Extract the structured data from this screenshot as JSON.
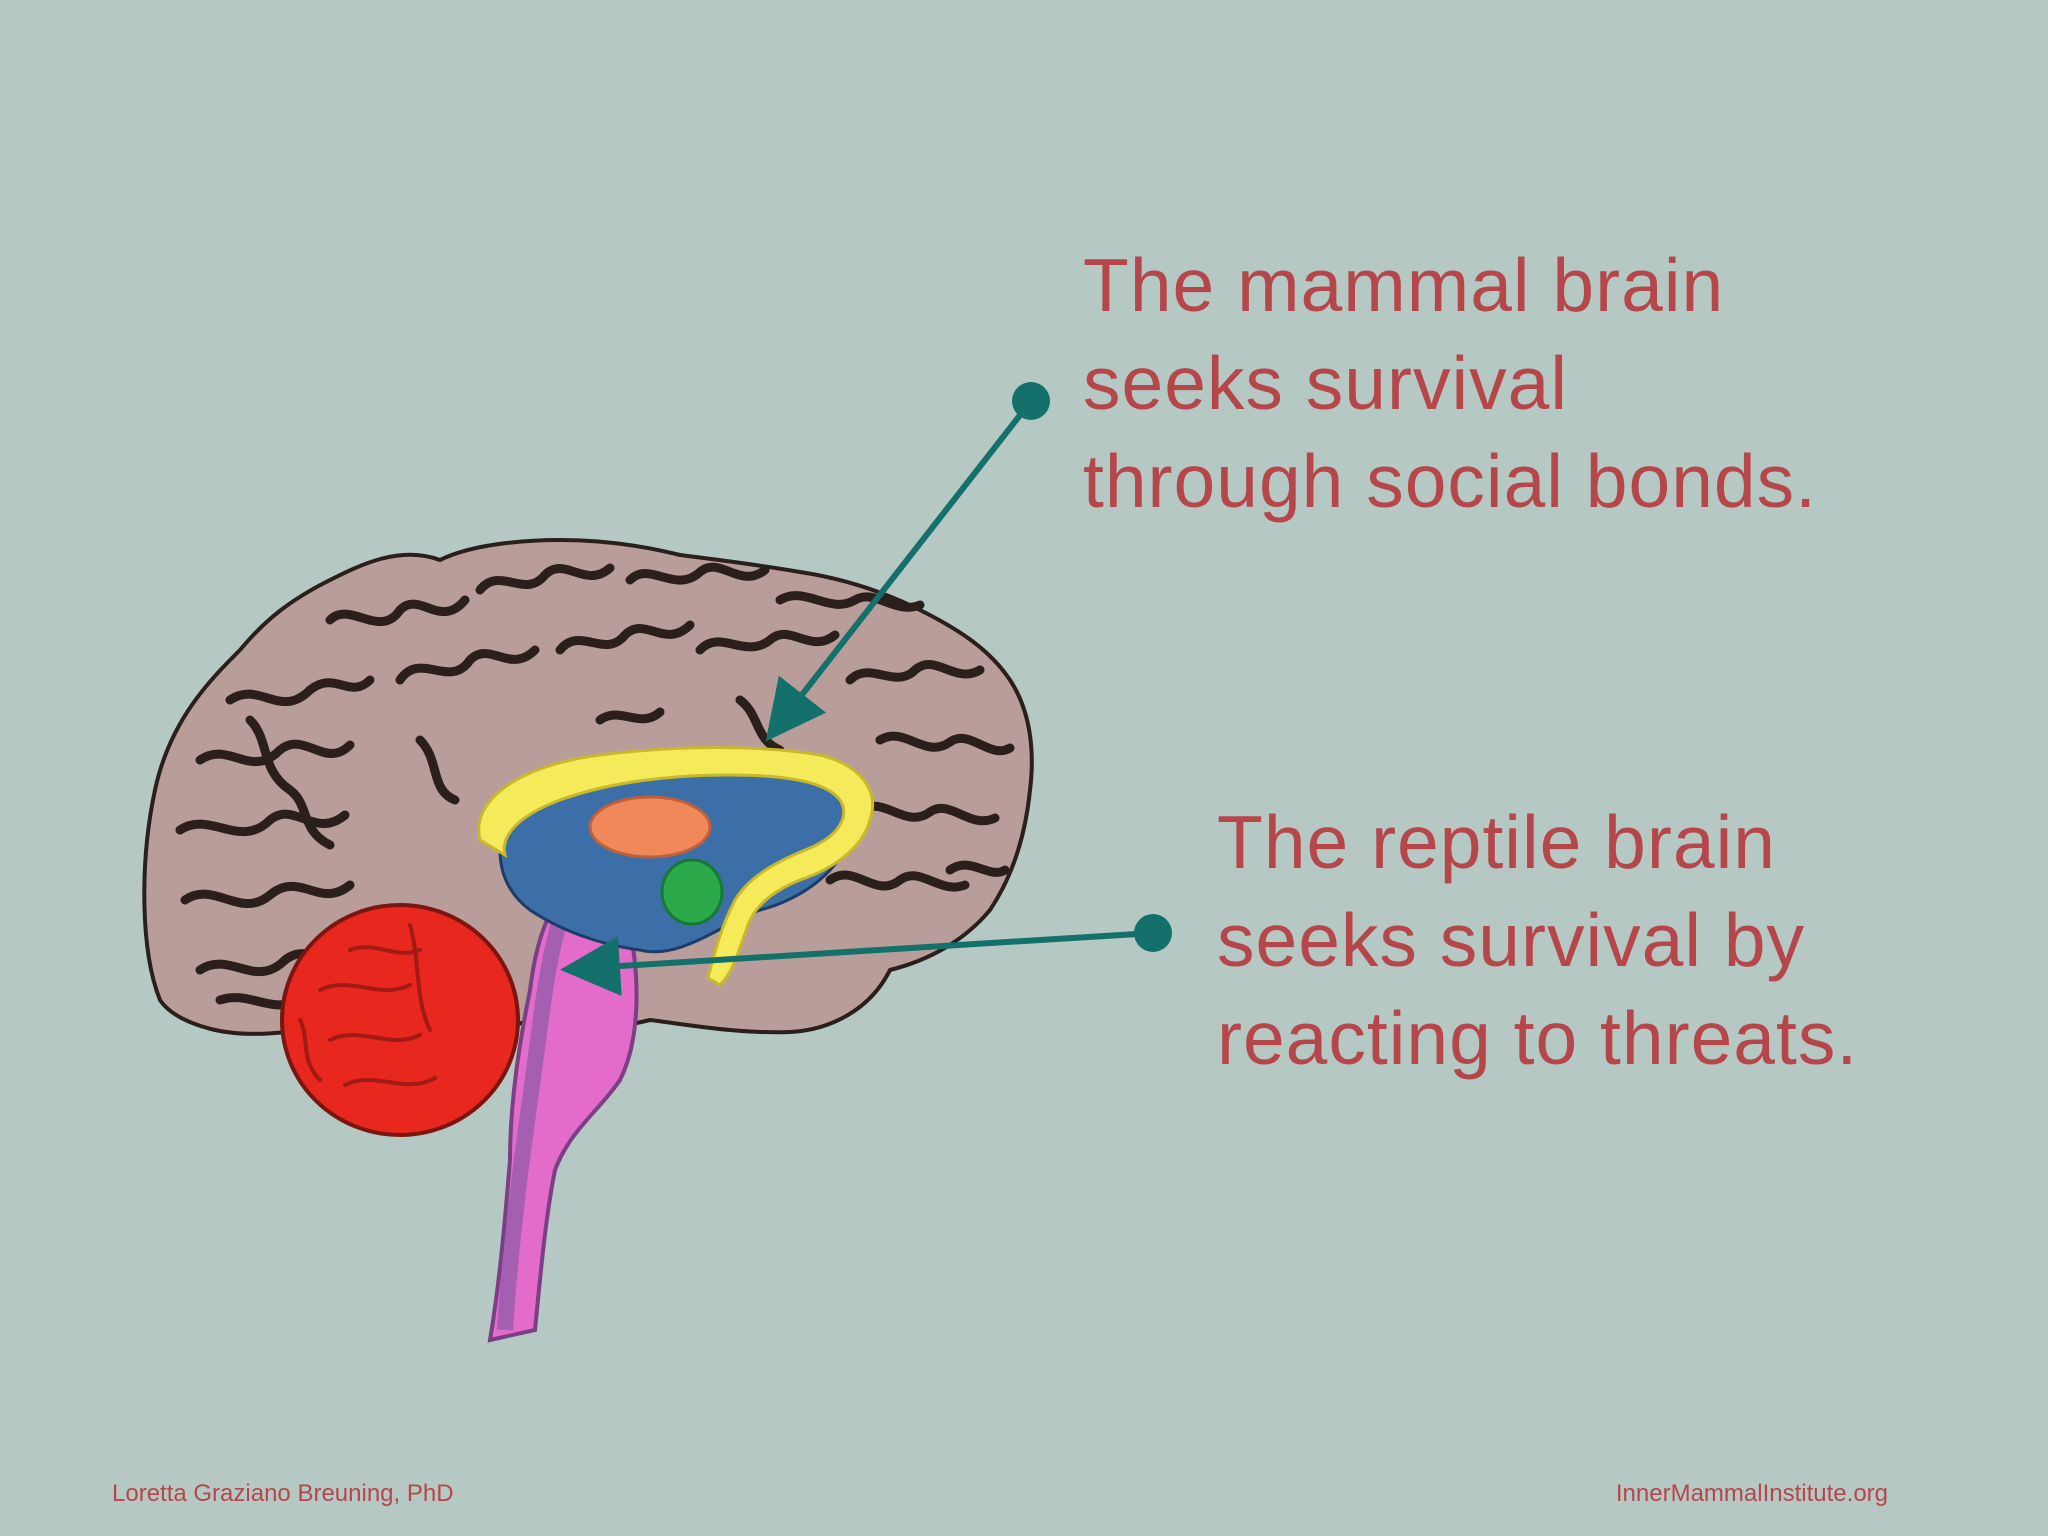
{
  "slide": {
    "background": "#b6c8c4",
    "text_color": "#b5474a",
    "arrow_color": "#13706b"
  },
  "labels": {
    "mammal": {
      "lines": [
        "The mammal brain",
        "seeks survival",
        "through social bonds."
      ]
    },
    "reptile": {
      "lines": [
        "The reptile brain",
        "seeks survival by",
        "reacting to threats."
      ]
    }
  },
  "illustration": {
    "regions": [
      "cerebral-cortex",
      "corpus-callosum",
      "thalamus",
      "hypothalamus",
      "cerebellum",
      "brain-stem"
    ],
    "colors": {
      "cortex": "#b99d9a",
      "sulci": "#2b1f1c",
      "corpus_callosum": "#f5ea5a",
      "limbic": "#3c6fa8",
      "thalamus": "#f0885a",
      "hypothalamus": "#2aa84a",
      "cerebellum": "#e8271e",
      "brain_stem": "#e36bc9"
    }
  },
  "footer": {
    "author": "Loretta Graziano Breuning, PhD",
    "website": "InnerMammalInstitute.org"
  }
}
